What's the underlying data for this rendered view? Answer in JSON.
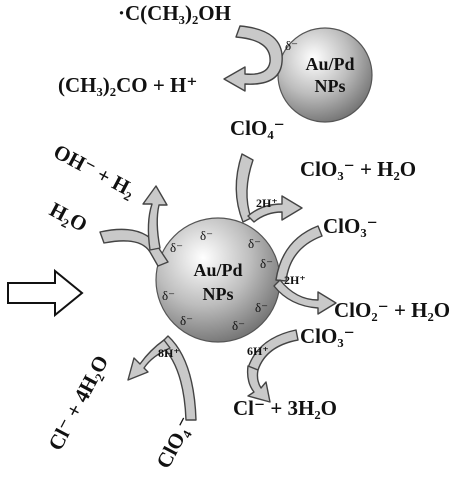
{
  "diagram": {
    "top_np_label_1": "Au/Pd",
    "top_np_label_2": "NPs",
    "center_np_label_1": "Au/Pd",
    "center_np_label_2": "NPs",
    "radical": "·C(CH₃)₂OH",
    "acetone": "(CH₃)₂CO + H⁺",
    "oh_h2": "OH⁻ + H₂",
    "water": "H₂O",
    "perchlorate_top": "ClO₄⁻",
    "chlorate_product_top": "ClO₃⁻ + H₂O",
    "two_h_1": "2H⁺",
    "chlorate_right_1": "ClO₃⁻",
    "two_h_2": "2H⁺",
    "chlorite_product": "ClO₂⁻ + H₂O",
    "chlorate_right_2": "ClO₃⁻",
    "six_h": "6H⁺",
    "chloride_product_bottom": "Cl⁻ + 3H₂O",
    "eight_h": "8H⁺",
    "chloride_product_left": "Cl⁻ + 4H₂O",
    "perchlorate_bottom": "ClO₄⁻",
    "electron": "δ⁻",
    "colors": {
      "sphere_highlight": "#ffffff",
      "sphere_shadow": "#777777",
      "arrow_fill": "#c9c9c9",
      "arrow_stroke": "#444444"
    }
  }
}
